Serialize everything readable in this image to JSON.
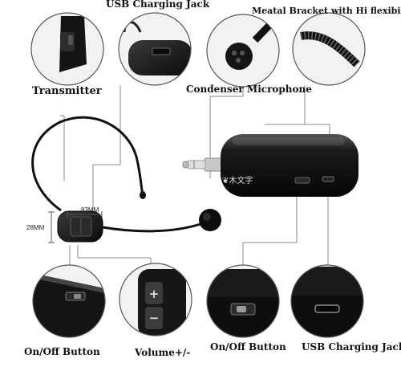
{
  "labels": {
    "usb_top": "USB Charging Jack",
    "bracket": "Meatal Bracket with Hi flexibil",
    "transmitter": "Transmitter",
    "condenser": "Condenser Microphone",
    "onoff_left": "On/Off Button",
    "volume": "Volume+/-",
    "onoff_right": "On/Off Button",
    "usb_bottom": "USB Charging Jack"
  },
  "dimensions": {
    "length": "83MM",
    "height": "28MM"
  },
  "watermark": "❦木文字",
  "button_glyphs": {
    "plus": "+",
    "minus": "−"
  }
}
